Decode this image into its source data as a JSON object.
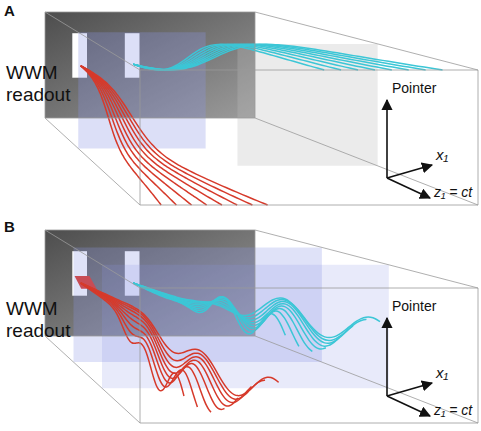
{
  "diagram": {
    "labels": [
      "A",
      "WWM readout",
      "Pointer",
      "x₁",
      "z₁ = ct",
      "B",
      "WWM readout",
      "Pointer",
      "x₁",
      "z₁ = ct"
    ]
  }
}
